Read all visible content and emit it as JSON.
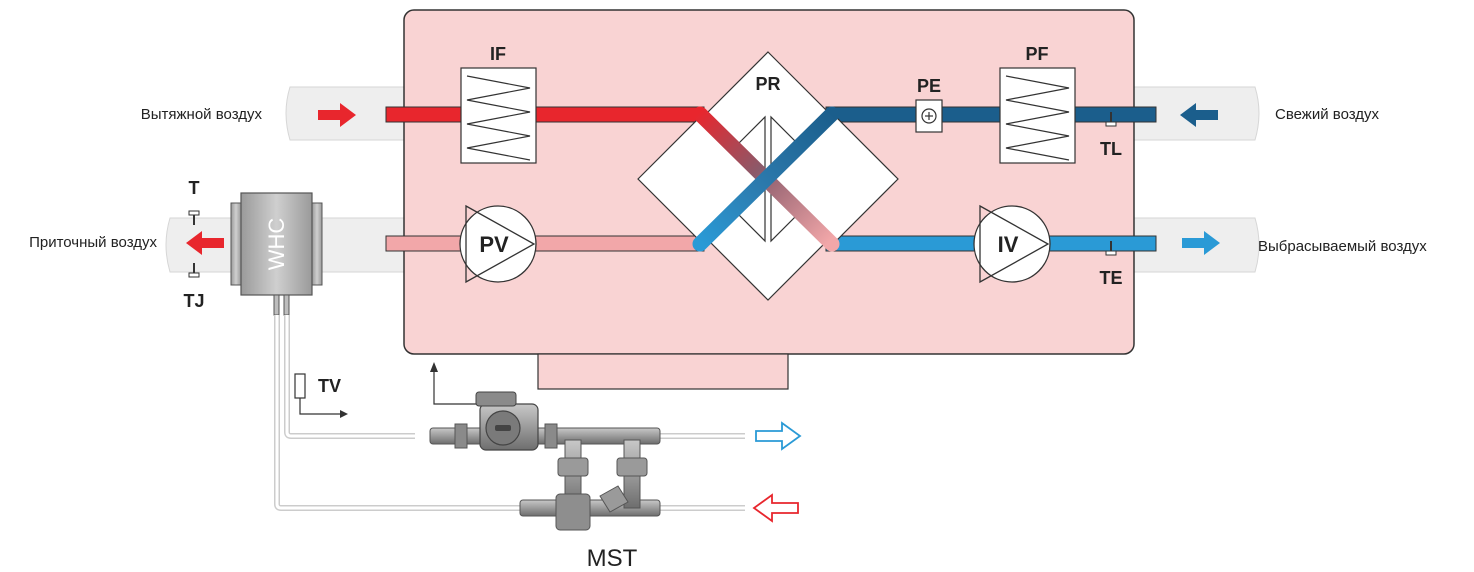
{
  "labels": {
    "exhaust_air": "Вытяжной воздух",
    "fresh_air": "Свежий воздух",
    "supply_air": "Приточный воздух",
    "discharge_air": "Выбрасываемый воздух"
  },
  "components": {
    "if": "IF",
    "pf": "PF",
    "pr": "PR",
    "pe": "PE",
    "pv": "PV",
    "iv": "IV",
    "whc": "WHC",
    "mst": "MST"
  },
  "sensors": {
    "t": "T",
    "tj": "TJ",
    "tl": "TL",
    "te": "TE",
    "tv": "TV"
  },
  "colors": {
    "housing": "#f9d3d3",
    "hot": "#e8262d",
    "warm": "#f2a7a9",
    "fresh": "#1b5e8c",
    "discharge": "#2a9ad6",
    "duct": "#eeeeee",
    "valve": "#a2a2a2"
  }
}
